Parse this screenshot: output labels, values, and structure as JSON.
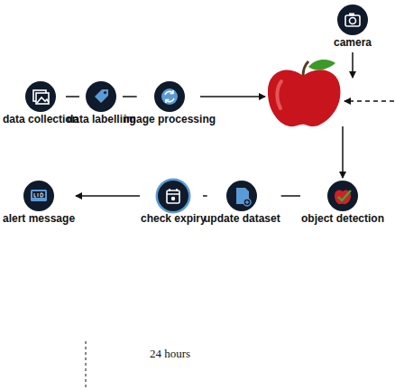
{
  "diagram": {
    "nodes": [
      {
        "text": [
          "camera"
        ]
      },
      {
        "text": [
          "data collection"
        ]
      },
      {
        "text": [
          "data labelling"
        ]
      },
      {
        "text": [
          "image processing"
        ]
      },
      {
        "text": [
          "object detection"
        ]
      },
      {
        "text": [
          "update dataset"
        ]
      },
      {
        "text": [
          "check expiry"
        ]
      },
      {
        "text": [
          "alert message"
        ]
      }
    ],
    "edges": [
      {
        "from": 1,
        "to": 2,
        "arrow": "none"
      },
      {
        "from": 2,
        "to": 3,
        "arrow": "none"
      },
      {
        "from": 4,
        "to": 5,
        "arrow": "none"
      },
      {
        "from": 5,
        "to": 6,
        "arrow": "none"
      },
      {
        "from": 6,
        "to": 7,
        "arrow": "to"
      }
    ],
    "labels": [
      "24 hours"
    ]
  }
}
